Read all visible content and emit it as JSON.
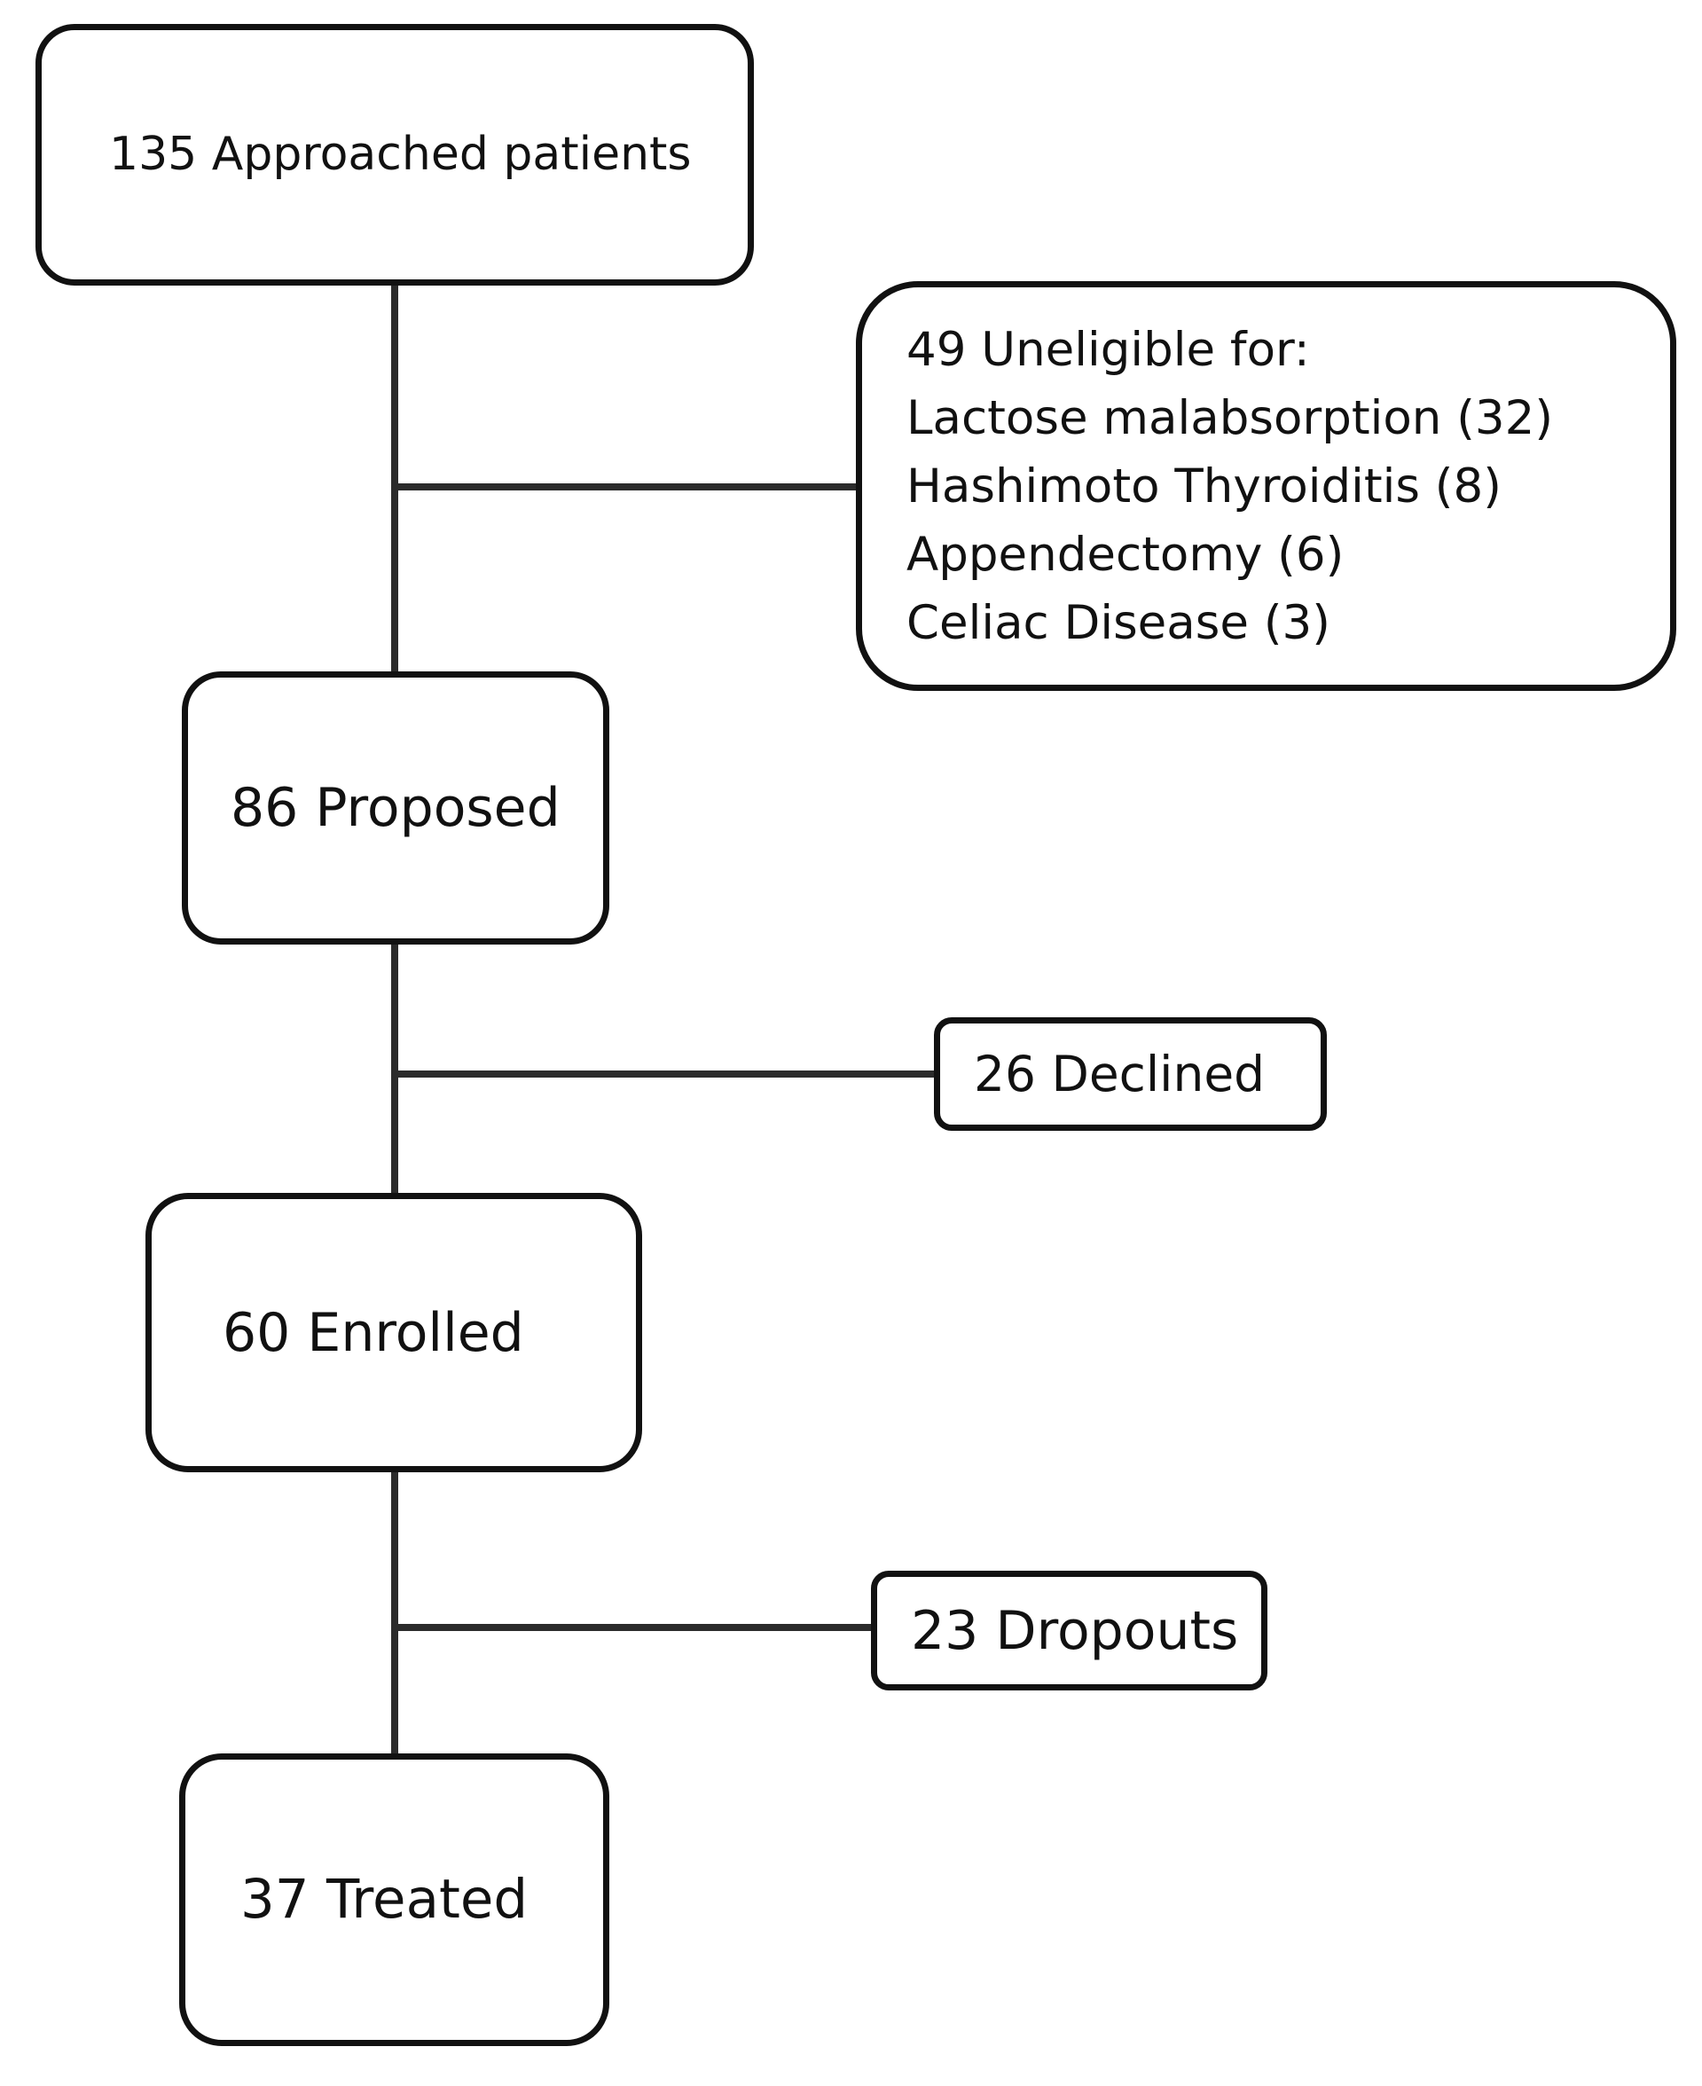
{
  "flowchart": {
    "approached": "135 Approached patients",
    "ineligible": {
      "heading": "49 Uneligible for:",
      "reasons": [
        "Lactose malabsorption (32)",
        "Hashimoto Thyroiditis (8)",
        "Appendectomy (6)",
        "Celiac Disease (3)"
      ]
    },
    "proposed": "86 Proposed",
    "declined": "26 Declined",
    "enrolled": "60 Enrolled",
    "dropouts": "23 Dropouts",
    "treated": "37 Treated"
  }
}
